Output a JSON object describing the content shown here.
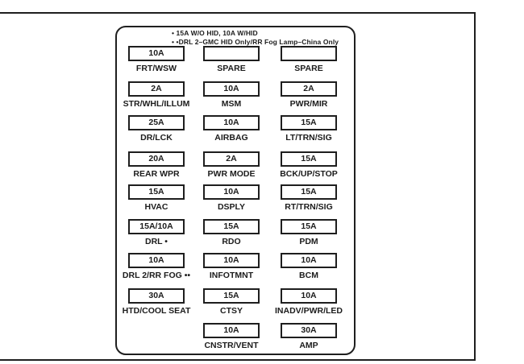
{
  "figure": {
    "type": "fuse-block-diagram"
  },
  "panel": {
    "notes": [
      "• 15A W/O HID, 10A W/HID",
      "• •DRL 2–GMC HID Only/RR Fog Lamp–China Only"
    ],
    "rows": [
      {
        "cells": [
          {
            "amp": "10A",
            "label": "FRT/WSW"
          },
          {
            "amp": "",
            "label": "SPARE"
          },
          {
            "amp": "",
            "label": "SPARE"
          }
        ]
      },
      {
        "cells": [
          {
            "amp": "2A",
            "label": "STR/WHL/ILLUM"
          },
          {
            "amp": "10A",
            "label": "MSM"
          },
          {
            "amp": "2A",
            "label": "PWR/MIR"
          }
        ]
      },
      {
        "cells": [
          {
            "amp": "25A",
            "label": "DR/LCK"
          },
          {
            "amp": "10A",
            "label": "AIRBAG"
          },
          {
            "amp": "15A",
            "label": "LT/TRN/SIG"
          }
        ]
      },
      {
        "cells": [
          {
            "amp": "20A",
            "label": "REAR WPR"
          },
          {
            "amp": "2A",
            "label": "PWR MODE"
          },
          {
            "amp": "15A",
            "label": "BCK/UP/STOP"
          }
        ]
      },
      {
        "cells": [
          {
            "amp": "15A",
            "label": "HVAC"
          },
          {
            "amp": "10A",
            "label": "DSPLY"
          },
          {
            "amp": "15A",
            "label": "RT/TRN/SIG"
          }
        ]
      },
      {
        "cells": [
          {
            "amp": "15A/10A",
            "label": "DRL •"
          },
          {
            "amp": "15A",
            "label": "RDO"
          },
          {
            "amp": "15A",
            "label": "PDM"
          }
        ]
      },
      {
        "cells": [
          {
            "amp": "10A",
            "label": "DRL 2/RR FOG ••"
          },
          {
            "amp": "10A",
            "label": "INFOTMNT"
          },
          {
            "amp": "10A",
            "label": "BCM"
          }
        ]
      },
      {
        "cells": [
          {
            "amp": "30A",
            "label": "HTD/COOL SEAT"
          },
          {
            "amp": "15A",
            "label": "CTSY"
          },
          {
            "amp": "10A",
            "label": "INADV/PWR/LED"
          }
        ]
      },
      {
        "cells": [
          {
            "amp": "10A",
            "label": "CNSTR/VENT"
          },
          {
            "amp": "30A",
            "label": "AMP"
          }
        ]
      }
    ]
  },
  "colors": {
    "ink": "#1c1c1c",
    "background": "#ffffff"
  }
}
